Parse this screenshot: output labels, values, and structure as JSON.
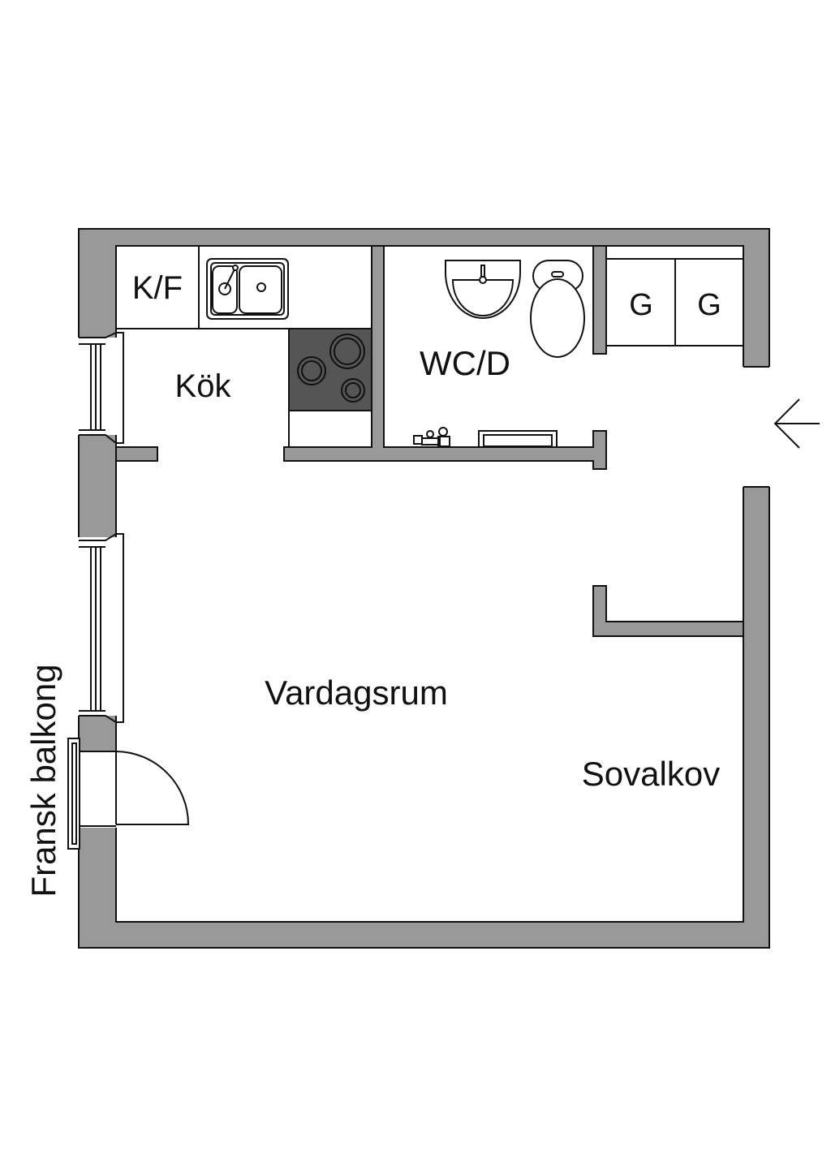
{
  "floorplan": {
    "rooms": {
      "kitchen": "Kök",
      "bathroom": "WC/D",
      "living_room": "Vardagsrum",
      "sleeping_alcove": "Sovalkov"
    },
    "fixtures": {
      "fridge_freezer": "K/F",
      "wardrobe_1": "G",
      "wardrobe_2": "G"
    },
    "balcony": "Fransk balkong",
    "entrance": "arrow-left-icon"
  }
}
